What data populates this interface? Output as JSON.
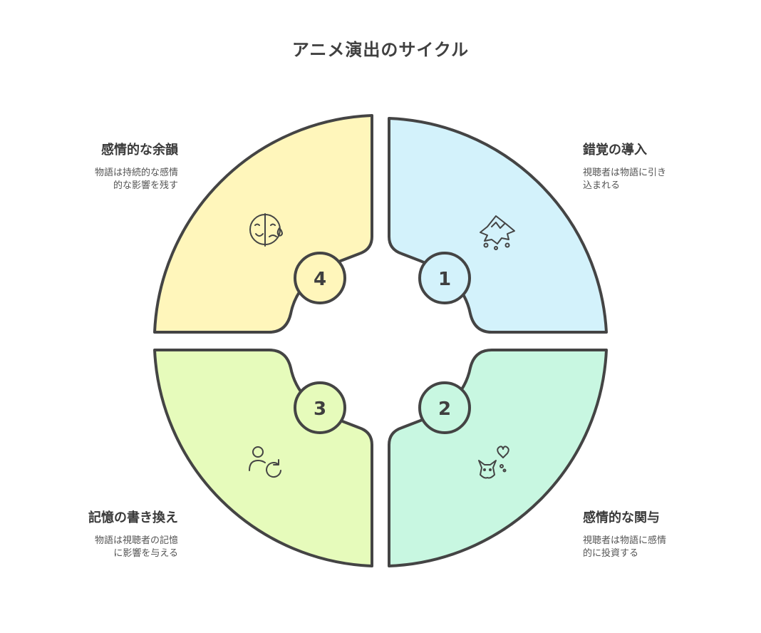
{
  "title": "アニメ演出のサイクル",
  "colors": {
    "q1": "#d3f2fb",
    "q2": "#c8f7e1",
    "q3": "#e6fbbb",
    "q4": "#fff6bb",
    "stroke": "#444444"
  },
  "steps": [
    {
      "number": "1",
      "title": "錯覚の導入",
      "desc_line1": "視聴者は物語に引き",
      "desc_line2": "込まれる",
      "icon": "ink-splash-icon"
    },
    {
      "number": "2",
      "title": "感情的な関与",
      "desc_line1": "視聴者は物語に感情",
      "desc_line2": "的に投資する",
      "icon": "cat-heart-icon"
    },
    {
      "number": "3",
      "title": "記憶の書き換え",
      "desc_line1": "物語は視聴者の記憶",
      "desc_line2": "に影響を与える",
      "icon": "user-refresh-icon"
    },
    {
      "number": "4",
      "title": "感情的な余韻",
      "desc_line1": "物語は持続的な感情",
      "desc_line2": "的な影響を残す",
      "icon": "sad-happy-face-icon"
    }
  ]
}
